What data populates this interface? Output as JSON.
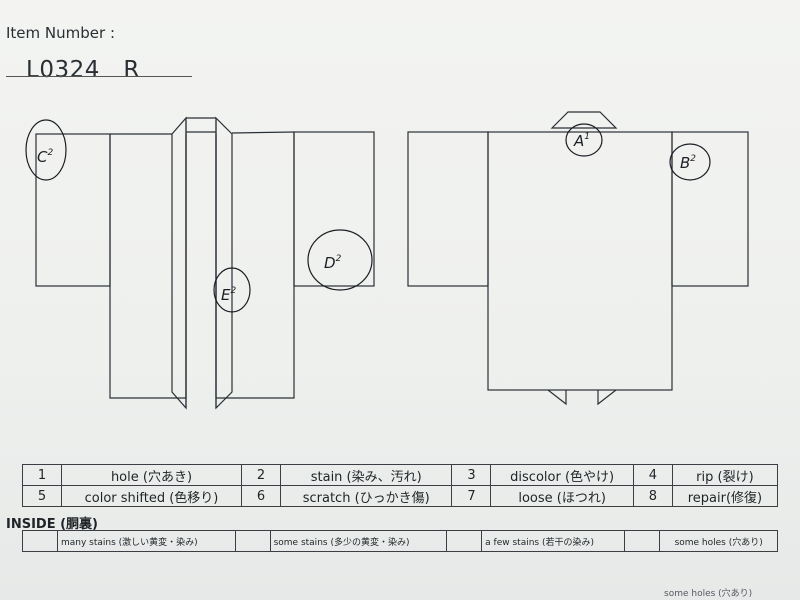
{
  "header": {
    "item_label": "Item Number :",
    "item_number": "L0324　R"
  },
  "annotations": {
    "c2": "C",
    "d2": "D",
    "e2": "E",
    "a1": "A",
    "b2": "B",
    "sup2": "2",
    "sup1": "1"
  },
  "defect_legend": {
    "rows": [
      [
        {
          "num": "1",
          "label": "hole (穴あき)"
        },
        {
          "num": "2",
          "label": "stain (染み、汚れ)"
        },
        {
          "num": "3",
          "label": "discolor (色やけ)"
        },
        {
          "num": "4",
          "label": "rip (裂け)"
        }
      ],
      [
        {
          "num": "5",
          "label": "color shifted (色移り)"
        },
        {
          "num": "6",
          "label": "scratch (ひっかき傷)"
        },
        {
          "num": "7",
          "label": "loose (ほつれ)"
        },
        {
          "num": "8",
          "label": "repair(修復)"
        }
      ]
    ]
  },
  "inside": {
    "heading": "INSIDE (胴裏)",
    "options": [
      "many stains (激しい黄変・染み)",
      "some stains (多少の黄変・染み)",
      "a few stains (若干の染み)",
      "some holes (穴あり)"
    ]
  },
  "footer_note": "some holes (穴あり)"
}
